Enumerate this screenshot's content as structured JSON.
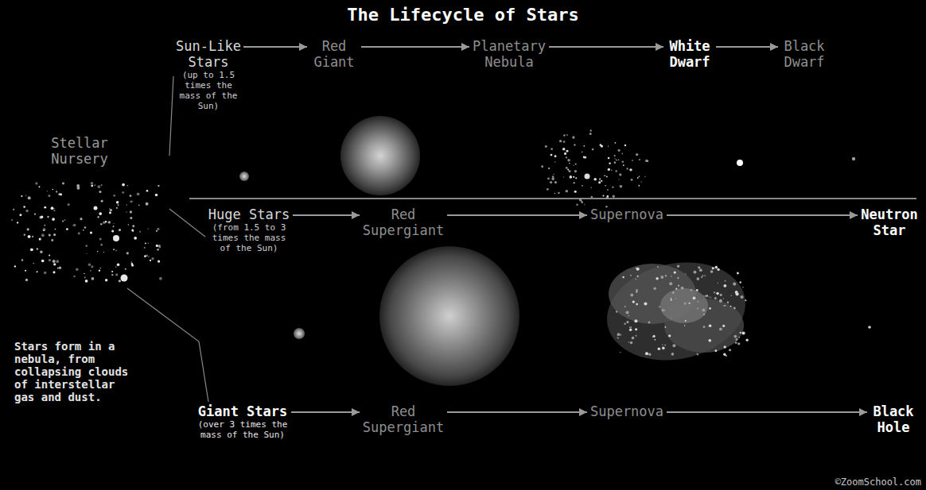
{
  "diagram": {
    "title": "The Lifecycle of Stars",
    "nodes": [
      {
        "text": [
          "Sun-Like Stars",
          "(up to 1.5 times the mass of the Sun)"
        ]
      },
      {
        "text": [
          "Red Giant"
        ]
      },
      {
        "text": [
          "Planetary Nebula"
        ]
      },
      {
        "text": [
          "White Dwarf"
        ]
      },
      {
        "text": [
          "Black Dwarf"
        ]
      },
      {
        "text": [
          "Stellar Nursery"
        ]
      },
      {
        "text": [
          "Huge Stars",
          "(from 1.5 to 3 times the mass of the Sun)"
        ]
      },
      {
        "text": [
          "Red Supergiant"
        ]
      },
      {
        "text": [
          "Supernova"
        ]
      },
      {
        "text": [
          "Neutron Star"
        ]
      },
      {
        "text": [
          "Giant Stars",
          "(over 3 times the mass of the Sun)"
        ]
      },
      {
        "text": [
          "Red Supergiant"
        ]
      },
      {
        "text": [
          "Supernova"
        ]
      },
      {
        "text": [
          "Black Hole"
        ]
      }
    ],
    "edges": [
      {
        "from": 0,
        "to": 1,
        "arrow": "to"
      },
      {
        "from": 1,
        "to": 2,
        "arrow": "to"
      },
      {
        "from": 2,
        "to": 3,
        "arrow": "to"
      },
      {
        "from": 3,
        "to": 4,
        "arrow": "to"
      },
      {
        "from": 5,
        "to": 0,
        "arrow": "none"
      },
      {
        "from": 5,
        "to": 6,
        "arrow": "none"
      },
      {
        "from": 5,
        "to": 10,
        "arrow": "none"
      },
      {
        "from": 6,
        "to": 7,
        "arrow": "to"
      },
      {
        "from": 7,
        "to": 8,
        "arrow": "to"
      },
      {
        "from": 8,
        "to": 9,
        "arrow": "to"
      },
      {
        "from": 10,
        "to": 11,
        "arrow": "to"
      },
      {
        "from": 11,
        "to": 12,
        "arrow": "to"
      },
      {
        "from": 12,
        "to": 13,
        "arrow": "to"
      }
    ],
    "labels": [
      "Stars form in a nebula, from collapsing clouds of interstellar gas and dust.",
      "©ZoomSchool.com"
    ]
  }
}
